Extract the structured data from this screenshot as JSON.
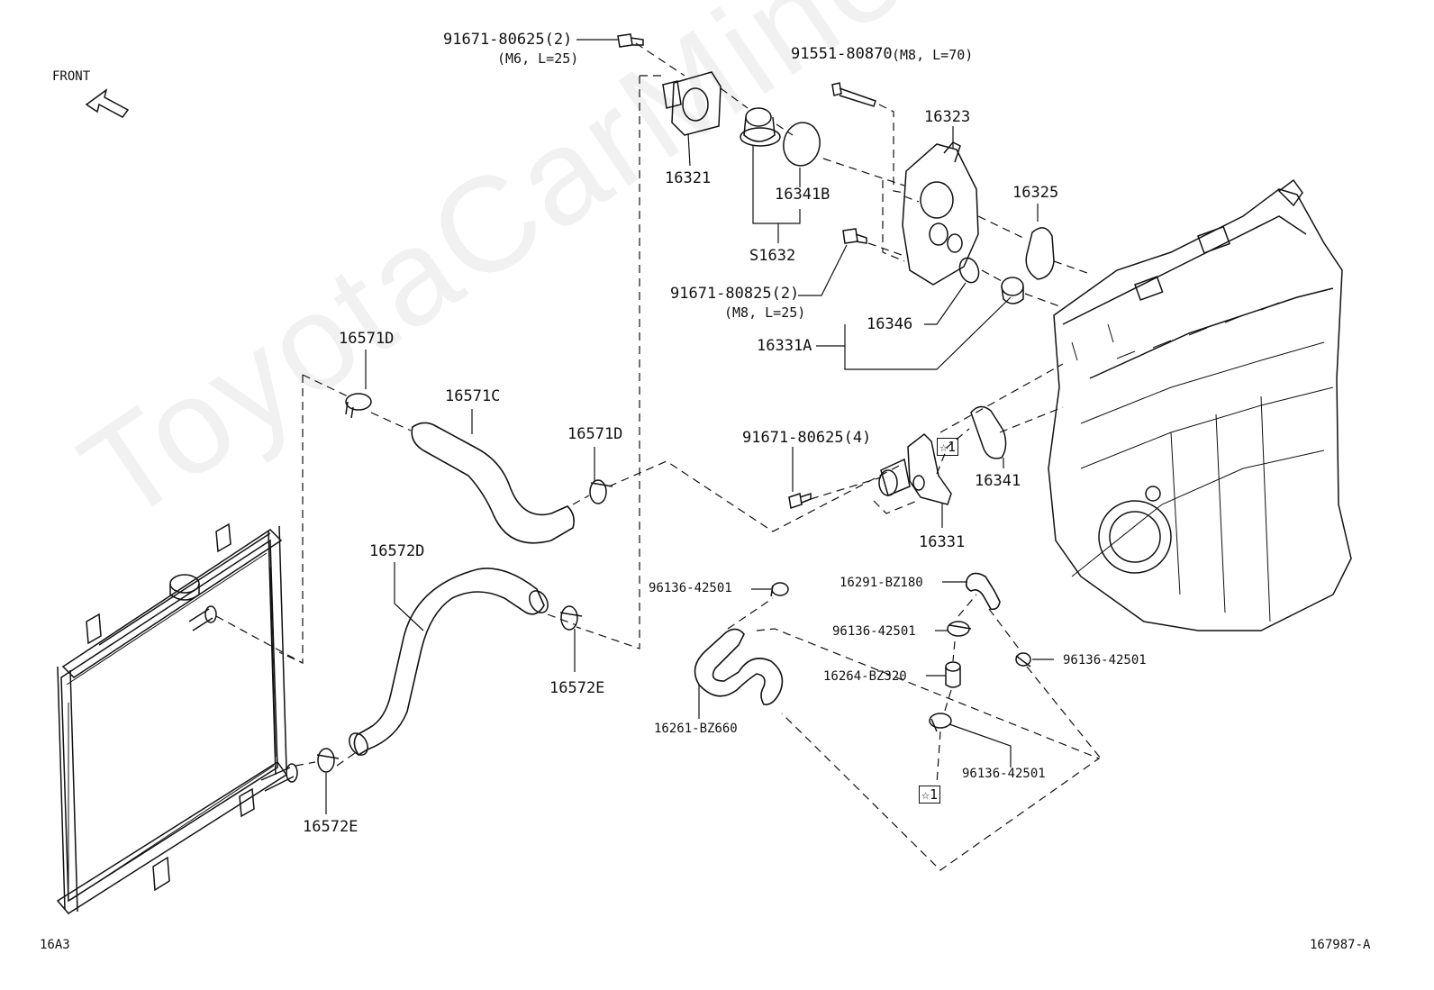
{
  "watermark": "ToyotaCarMiner.ru",
  "orientation": {
    "label": "FRONT"
  },
  "footer": {
    "left": "16A3",
    "right": "167987-A"
  },
  "callouts": [
    {
      "id": "c-91671-80625-2",
      "text": "91671-80625(2)",
      "sub": "(M6, L=25)"
    },
    {
      "id": "c-91551-80870",
      "text": "91551-80870",
      "sub": "(M8, L=70)"
    },
    {
      "id": "c-16321",
      "text": "16321"
    },
    {
      "id": "c-16341b",
      "text": "16341B"
    },
    {
      "id": "c-s1632",
      "text": "S1632"
    },
    {
      "id": "c-16323",
      "text": "16323"
    },
    {
      "id": "c-16325",
      "text": "16325"
    },
    {
      "id": "c-91671-80825-2",
      "text": "91671-80825(2)",
      "sub": "(M8, L=25)"
    },
    {
      "id": "c-16346",
      "text": "16346"
    },
    {
      "id": "c-16331a",
      "text": "16331A"
    },
    {
      "id": "c-16571d-top",
      "text": "16571D"
    },
    {
      "id": "c-16571c",
      "text": "16571C"
    },
    {
      "id": "c-16571d-right",
      "text": "16571D"
    },
    {
      "id": "c-91671-80625-4",
      "text": "91671-80625(4)"
    },
    {
      "id": "c-16341",
      "text": "16341"
    },
    {
      "id": "c-16331",
      "text": "16331"
    },
    {
      "id": "c-16572d",
      "text": "16572D"
    },
    {
      "id": "c-16572e-right",
      "text": "16572E"
    },
    {
      "id": "c-16572e-bottom",
      "text": "16572E"
    },
    {
      "id": "c-96136-42501-a",
      "text": "96136-42501"
    },
    {
      "id": "c-16291-bz180",
      "text": "16291-BZ180"
    },
    {
      "id": "c-96136-42501-b",
      "text": "96136-42501"
    },
    {
      "id": "c-96136-42501-c",
      "text": "96136-42501"
    },
    {
      "id": "c-16264-bz320",
      "text": "16264-BZ320"
    },
    {
      "id": "c-16261-bz660",
      "text": "16261-BZ660"
    },
    {
      "id": "c-96136-42501-d",
      "text": "96136-42501"
    }
  ],
  "star_marks": [
    {
      "id": "star-1-upper",
      "text": "☆1"
    },
    {
      "id": "star-1-lower",
      "text": "☆1"
    }
  ]
}
